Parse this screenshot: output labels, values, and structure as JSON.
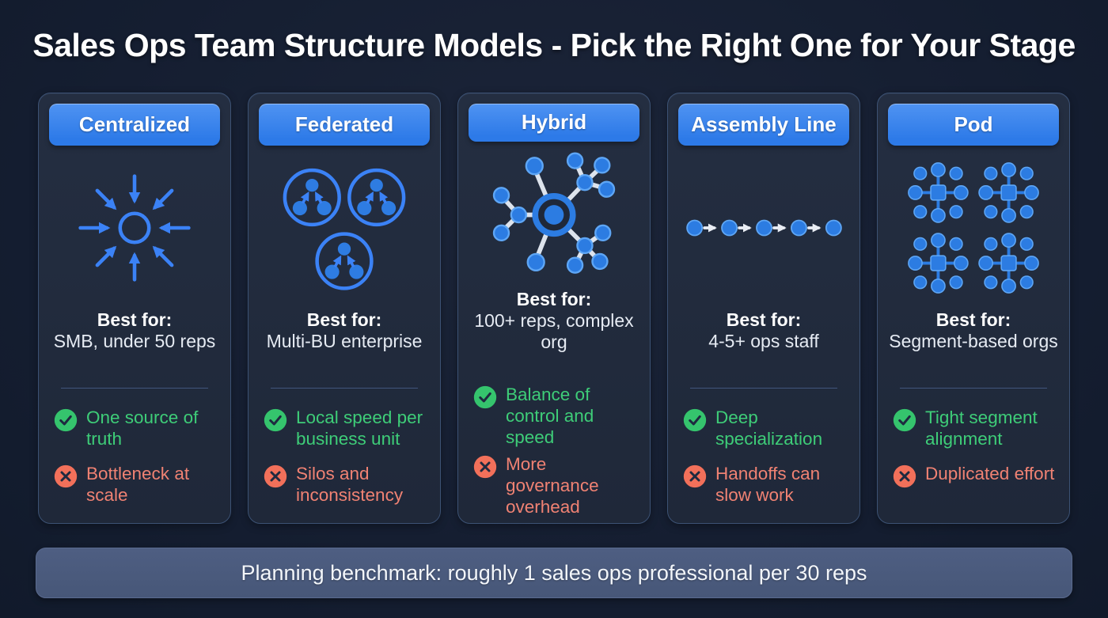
{
  "title": "Sales Ops Team Structure Models - Pick the Right One for Your Stage",
  "best_for_label": "Best for:",
  "cards": [
    {
      "title": "Centralized",
      "icon": "converging-arrows-icon",
      "best_for": "SMB, under 50 reps",
      "pro": "One source of truth",
      "con": "Bottleneck at scale",
      "divider": true
    },
    {
      "title": "Federated",
      "icon": "three-team-circles-icon",
      "best_for": "Multi-BU enterprise",
      "pro": "Local speed per business unit",
      "con": "Silos and inconsistency",
      "divider": true
    },
    {
      "title": "Hybrid",
      "icon": "hub-spoke-network-icon",
      "best_for": "100+ reps, complex org",
      "pro": "Balance of control and speed",
      "con": "More governance overhead",
      "divider": false
    },
    {
      "title": "Assembly Line",
      "icon": "sequential-flow-icon",
      "best_for": "4-5+ ops staff",
      "pro": "Deep specialization",
      "con": "Handoffs can slow work",
      "divider": true
    },
    {
      "title": "Pod",
      "icon": "pod-clusters-icon",
      "best_for": "Segment-based orgs",
      "pro": "Tight segment alignment",
      "con": "Duplicated effort",
      "divider": true
    }
  ],
  "footer": {
    "text": "Planning benchmark: roughly 1 sales ops professional per 30 reps"
  },
  "icon_names": {
    "pro": "check-circle-icon",
    "con": "cross-circle-icon"
  },
  "colors": {
    "background": "#161f33",
    "card_bg": "#222b3d",
    "accent_blue": "#2d7ae8",
    "pro_green": "#35c46d",
    "pro_text": "#3ecd78",
    "con_red": "#f2705a",
    "con_text": "#f08273",
    "banner_bg": "#4a5a7c"
  }
}
